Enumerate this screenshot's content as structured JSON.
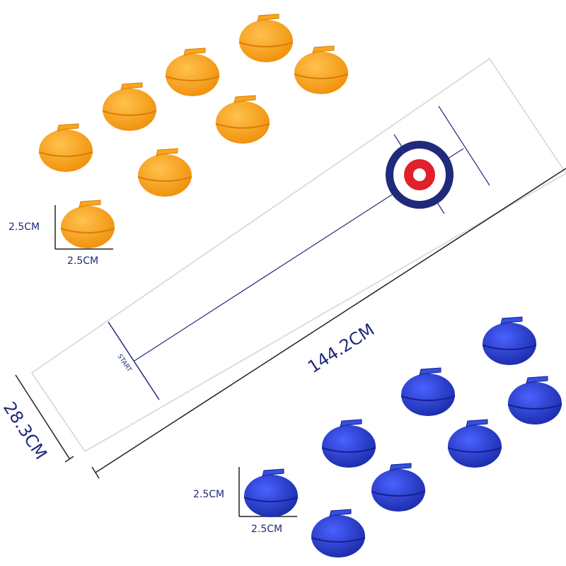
{
  "mat": {
    "start_label": "START",
    "length_label": "144.2CM",
    "width_label": "28.3CM"
  },
  "orange_stone": {
    "height_label": "2.5CM",
    "width_label": "2.5CM"
  },
  "blue_stone": {
    "height_label": "2.5CM",
    "width_label": "2.5CM"
  },
  "colors": {
    "orange": "#f7a21d",
    "blue": "#2437c4",
    "navy": "#1f2a7a",
    "red": "#e0202a"
  }
}
